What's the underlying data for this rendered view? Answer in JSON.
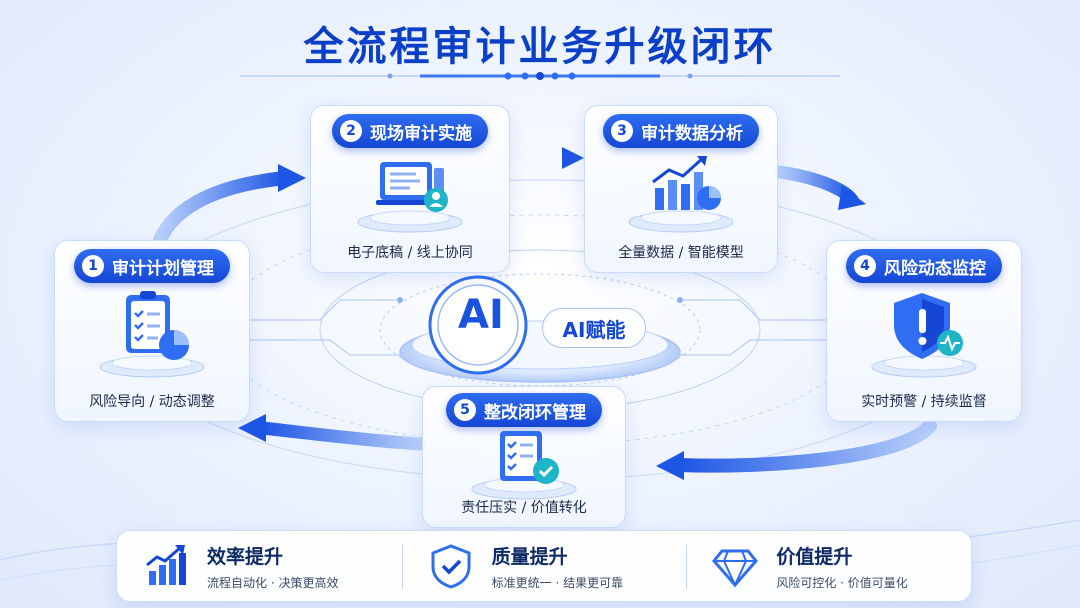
{
  "title": "全流程审计业务升级闭环",
  "center": {
    "ai_mark": "AI",
    "ai_label": "AI赋能"
  },
  "stages": [
    {
      "num": "1",
      "name": "审计计划管理",
      "caption": "风险导向 / 动态调整"
    },
    {
      "num": "2",
      "name": "现场审计实施",
      "caption": "电子底稿 / 线上协同"
    },
    {
      "num": "3",
      "name": "审计数据分析",
      "caption": "全量数据 / 智能模型"
    },
    {
      "num": "4",
      "name": "风险动态监控",
      "caption": "实时预警 / 持续监督"
    },
    {
      "num": "5",
      "name": "整改闭环管理",
      "caption": "责任压实 / 价值转化"
    }
  ],
  "benefits": [
    {
      "title": "效率提升",
      "sub": "流程自动化 · 决策更高效",
      "icon": "bar-growth-icon"
    },
    {
      "title": "质量提升",
      "sub": "标准更统一 · 结果更可靠",
      "icon": "shield-check-icon"
    },
    {
      "title": "价值提升",
      "sub": "风险可控化 · 价值可量化",
      "icon": "diamond-icon"
    }
  ],
  "colors": {
    "primary": "#1547d4",
    "accent": "#2f6df2",
    "teal": "#1fb5c9"
  }
}
